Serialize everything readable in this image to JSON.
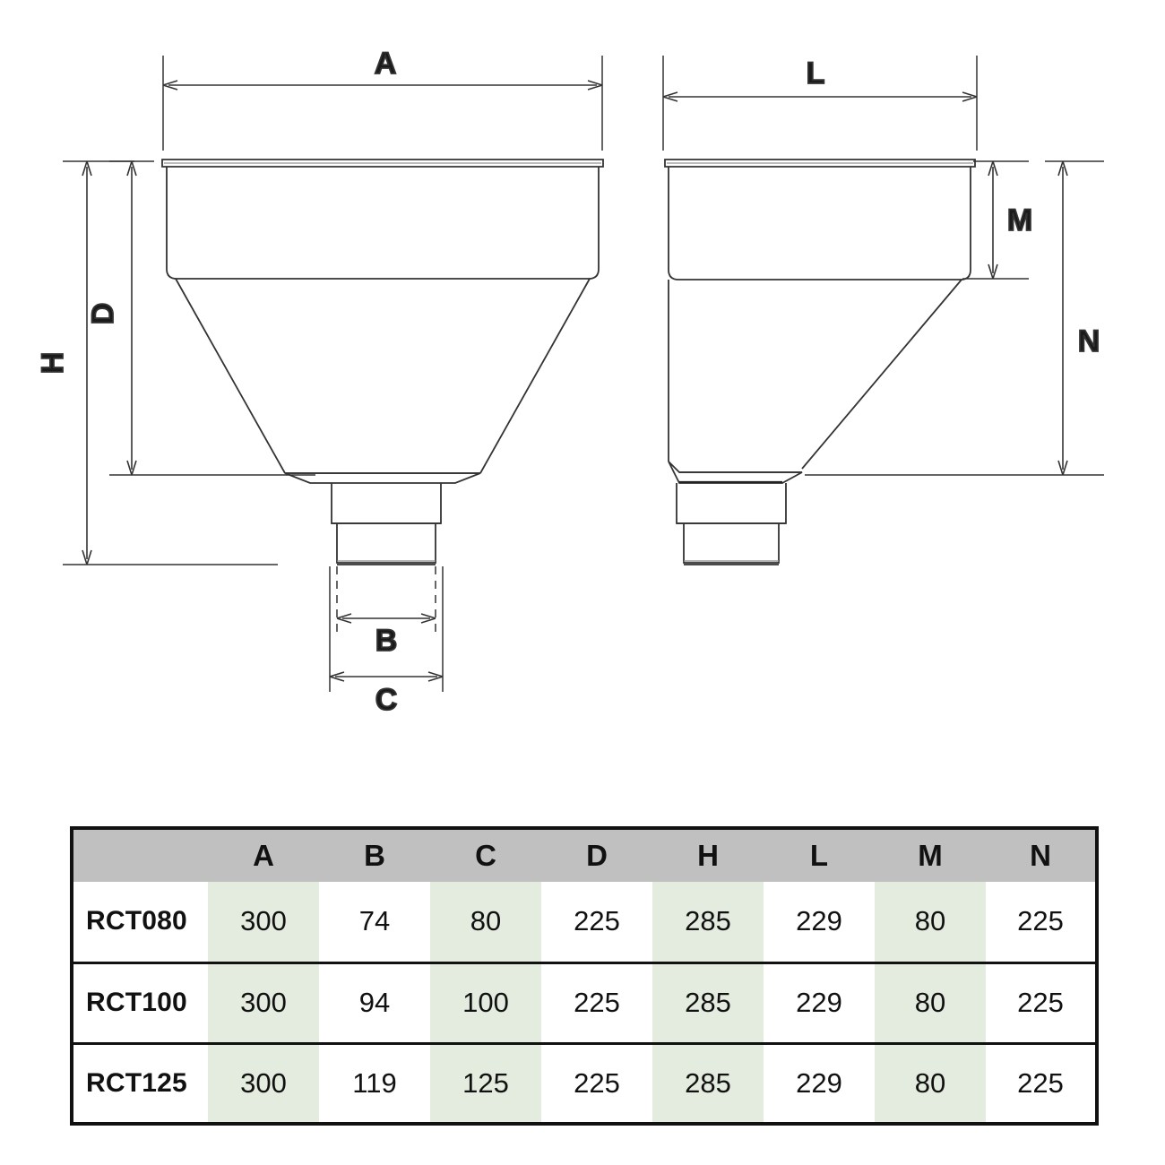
{
  "drawing": {
    "views": [
      {
        "name": "front-view",
        "description": "Symmetric conical hopper front view with collar, tapering cone and two-stage outlet spigot"
      },
      {
        "name": "side-view",
        "description": "Side view with vertical left wall, single-sided taper and offset outlet spigot"
      }
    ],
    "dimension_labels": {
      "A": "A",
      "B": "B",
      "C": "C",
      "D": "D",
      "H": "H",
      "L": "L",
      "M": "M",
      "N": "N"
    }
  },
  "table": {
    "headers": [
      "",
      "A",
      "B",
      "C",
      "D",
      "H",
      "L",
      "M",
      "N"
    ],
    "tinted_columns": [
      "A",
      "C",
      "H",
      "M"
    ],
    "rows": [
      {
        "model": "RCT080",
        "values": [
          "300",
          "74",
          "80",
          "225",
          "285",
          "229",
          "80",
          "225"
        ]
      },
      {
        "model": "RCT100",
        "values": [
          "300",
          "94",
          "100",
          "225",
          "285",
          "229",
          "80",
          "225"
        ]
      },
      {
        "model": "RCT125",
        "values": [
          "300",
          "119",
          "125",
          "225",
          "285",
          "229",
          "80",
          "225"
        ]
      }
    ]
  },
  "colors": {
    "header_background": "#c0c0c0",
    "tint_background": "#e4ecdf",
    "line": "#333333",
    "border": "#111111"
  }
}
